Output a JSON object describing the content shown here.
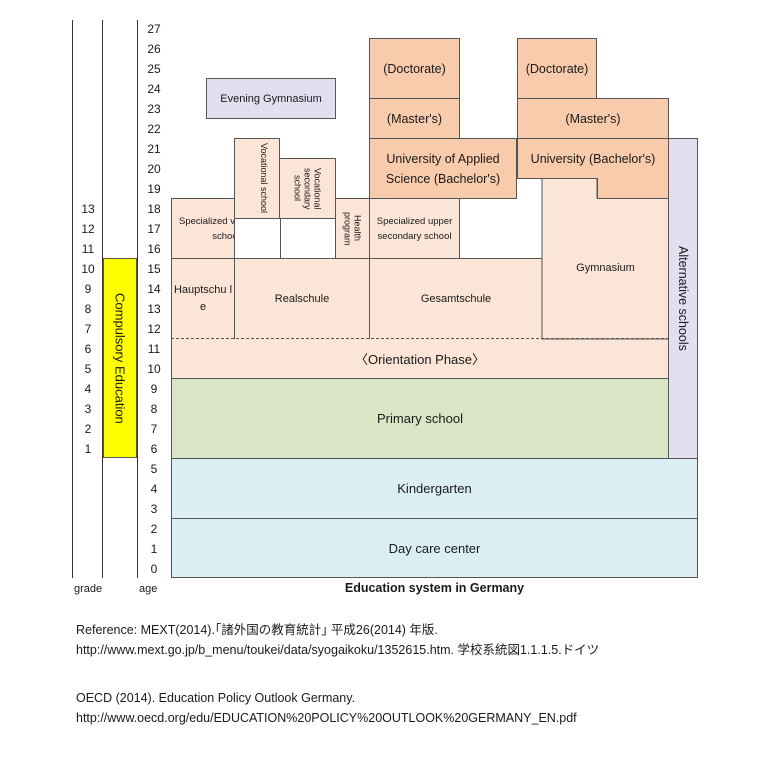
{
  "axes": {
    "grade_label": "grade",
    "age_label": "age",
    "ages": [
      "0",
      "1",
      "2",
      "3",
      "4",
      "5",
      "6",
      "7",
      "8",
      "9",
      "10",
      "11",
      "12",
      "13",
      "14",
      "15",
      "16",
      "17",
      "18",
      "19",
      "20",
      "21",
      "22",
      "23",
      "24",
      "25",
      "26",
      "27"
    ],
    "grades": [
      "1",
      "2",
      "3",
      "4",
      "5",
      "6",
      "7",
      "8",
      "9",
      "10",
      "11",
      "12",
      "13"
    ]
  },
  "compulsory": "Compulsory Education",
  "title": "Education system in Germany",
  "blocks": {
    "day_care": "Day care center",
    "kindergarten": "Kindergarten",
    "primary": "Primary school",
    "orientation": "〈Orientation Phase〉",
    "hauptschule": "Hauptschu le",
    "realschule": "Realschule",
    "gesamtschule": "Gesamtschule",
    "gymnasium": "Gymnasium",
    "alternative": "Alternative schools",
    "specialized_vocational": "Specialized vocational school",
    "vocational_school": "Vocational school",
    "vocational_secondary": "Vocational secondary school",
    "health_program": "Health program",
    "specialized_upper": "Specialized upper secondary school",
    "evening_gymnasium": "Evening Gymnasium",
    "uas_bachelor": "University of Applied Science (Bachelor's)",
    "univ_bachelor": "University (Bachelor's)",
    "masters_1": "(Master's)",
    "masters_2": "(Master's)",
    "doctorate_1": "(Doctorate)",
    "doctorate_2": "(Doctorate)"
  },
  "references": {
    "line1": "Reference:  MEXT(2014).｢諸外国の教育統計｣ 平成26(2014) 年版.",
    "line2": "http://www.mext.go.jp/b_menu/toukei/data/syogaikoku/1352615.htm. 学校系統図1.1.1.5.ドイツ",
    "line3": "OECD (2014). Education Policy Outlook Germany.",
    "line4": "http://www.oecd.org/edu/EDUCATION%20POLICY%20OUTLOOK%20GERMANY_EN.pdf"
  },
  "colors": {
    "peach": "#fbe5d6",
    "orange": "#f8cbad",
    "green": "#d9e5c4",
    "blue": "#dbeef4",
    "lavender": "#e3dff0",
    "yellow": "#ffff00"
  }
}
